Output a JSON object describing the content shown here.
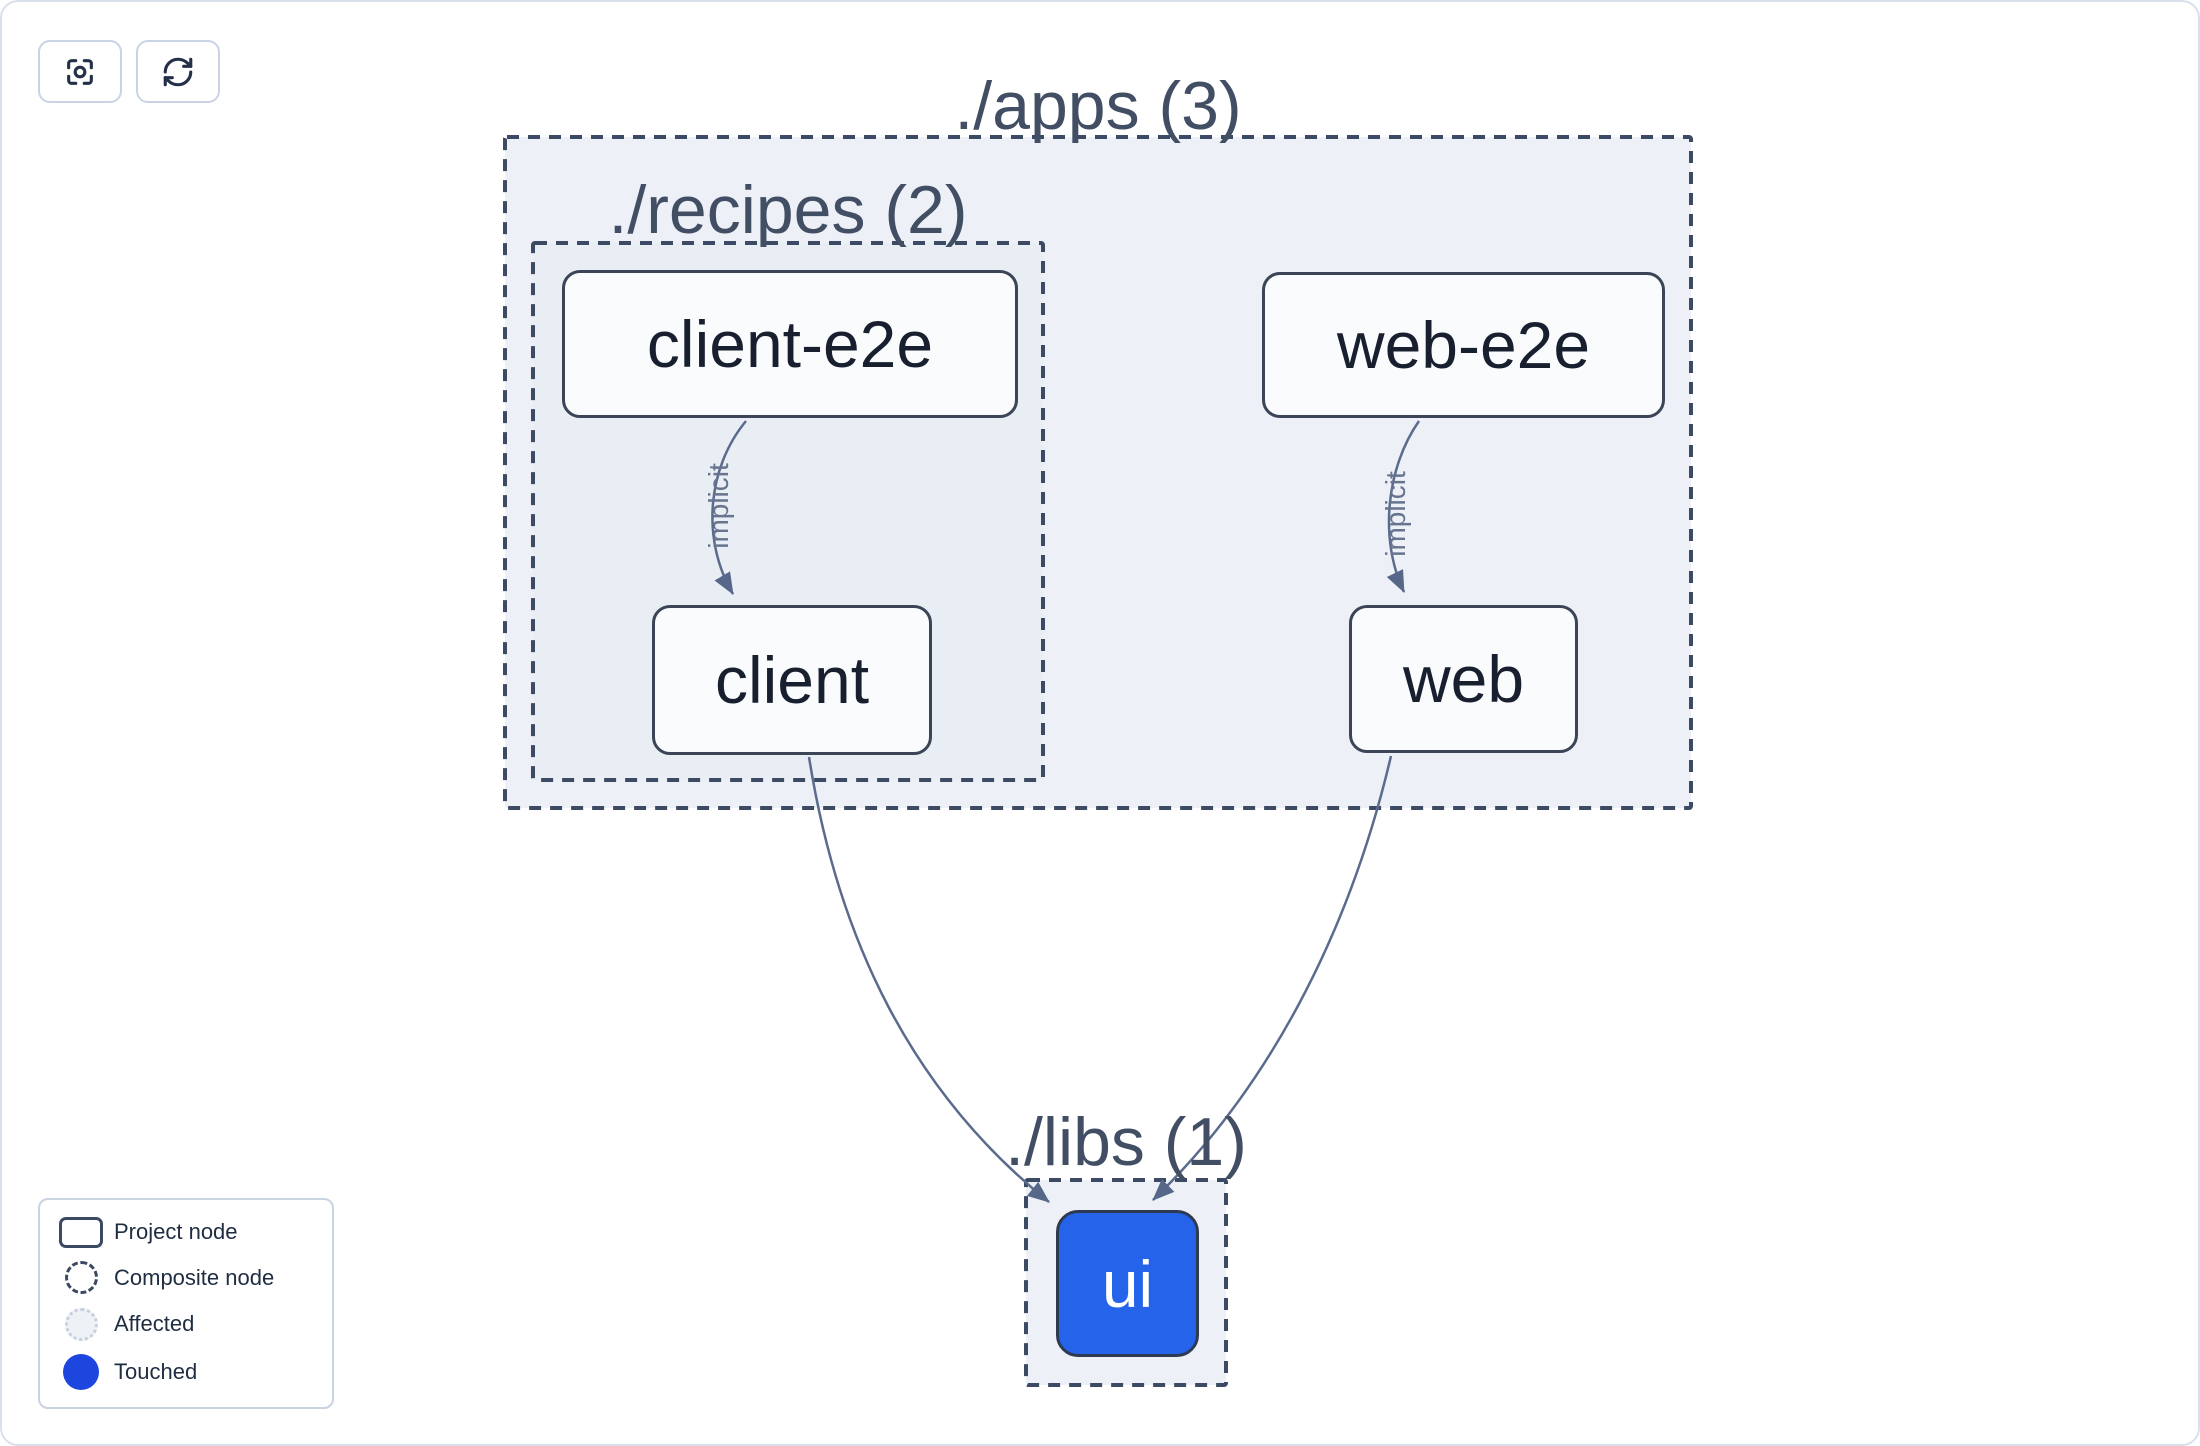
{
  "toolbar": {
    "buttons": [
      {
        "name": "focus",
        "icon": "crosshair-focus-icon"
      },
      {
        "name": "refresh",
        "icon": "refresh-icon"
      }
    ]
  },
  "graph": {
    "containers": [
      {
        "id": "apps",
        "label": "./apps (3)"
      },
      {
        "id": "recipes",
        "label": "./recipes (2)"
      },
      {
        "id": "libs",
        "label": "./libs (1)"
      }
    ],
    "nodes": [
      {
        "id": "client-e2e",
        "label": "client-e2e",
        "state": "default"
      },
      {
        "id": "web-e2e",
        "label": "web-e2e",
        "state": "default"
      },
      {
        "id": "client",
        "label": "client",
        "state": "default"
      },
      {
        "id": "web",
        "label": "web",
        "state": "default"
      },
      {
        "id": "ui",
        "label": "ui",
        "state": "touched"
      }
    ],
    "edges": [
      {
        "source": "client-e2e",
        "target": "client",
        "label": "implicit"
      },
      {
        "source": "web-e2e",
        "target": "web",
        "label": "implicit"
      },
      {
        "source": "client",
        "target": "ui",
        "label": ""
      },
      {
        "source": "web",
        "target": "ui",
        "label": ""
      }
    ]
  },
  "legend": {
    "items": [
      {
        "label": "Project node",
        "swatch": "project-node"
      },
      {
        "label": "Composite node",
        "swatch": "composite-node"
      },
      {
        "label": "Affected",
        "swatch": "affected"
      },
      {
        "label": "Touched",
        "swatch": "touched"
      }
    ]
  },
  "colors": {
    "touched_node_fill": "#2563eb",
    "touched_legend": "#1d46de",
    "container_fill": "#edf1f7",
    "nested_container_fill": "#e9eef5",
    "dashed_border": "#3d4a63",
    "edge": "#5b6b8d",
    "node_border": "#3b4557",
    "label_text": "#414e63"
  }
}
